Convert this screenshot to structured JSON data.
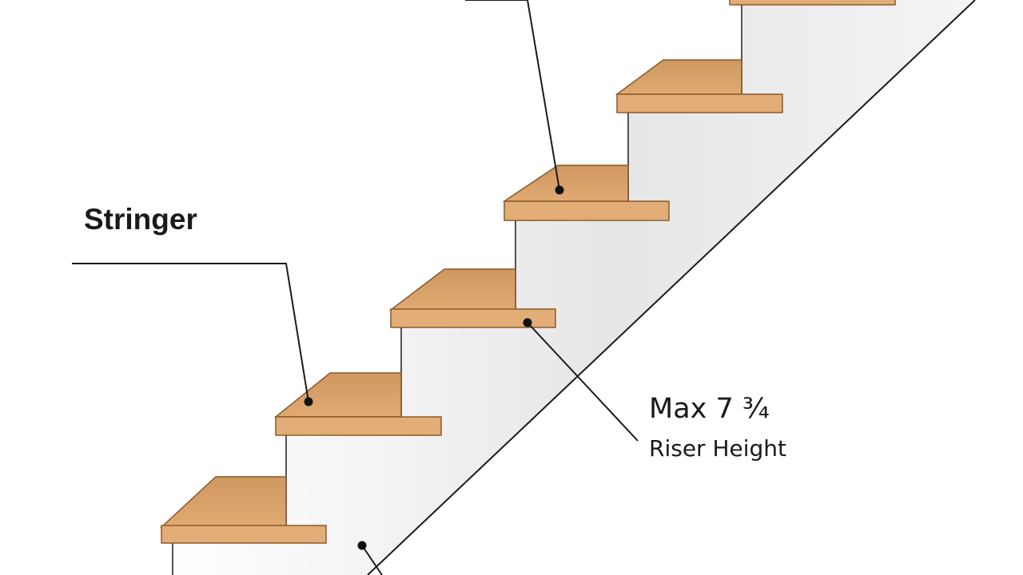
{
  "labels": {
    "stringer": "Stringer",
    "riser_max": "Max 7 ¾",
    "riser_height": "Riser Height"
  },
  "colors": {
    "tread_top": "#d9a36c",
    "tread_front": "#e2ad77",
    "tread_outline": "#8a5a2c",
    "stringer_shade": "#e4e4e4",
    "line": "#1a1a1a"
  }
}
